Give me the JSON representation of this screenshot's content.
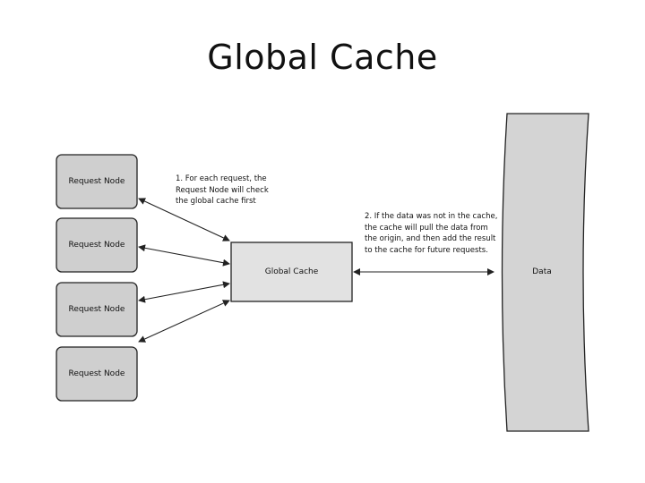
{
  "title": "Global Cache",
  "request_nodes": [
    {
      "label": "Request Node"
    },
    {
      "label": "Request Node"
    },
    {
      "label": "Request Node"
    },
    {
      "label": "Request Node"
    }
  ],
  "global_cache": {
    "label": "Global Cache"
  },
  "data_store": {
    "label": "Data"
  },
  "annotations": {
    "step1": [
      "1. For each request, the",
      "Request Node will check",
      "the global cache first"
    ],
    "step2": [
      "2. If the data was not in the cache,",
      "the cache will pull the data from",
      "the origin, and then add the result",
      "to the cache for future requests."
    ]
  },
  "colors": {
    "request_node_fill": "#cfcfcf",
    "global_cache_fill": "#e2e2e2",
    "data_fill": "#d4d4d4",
    "stroke": "#222222"
  }
}
